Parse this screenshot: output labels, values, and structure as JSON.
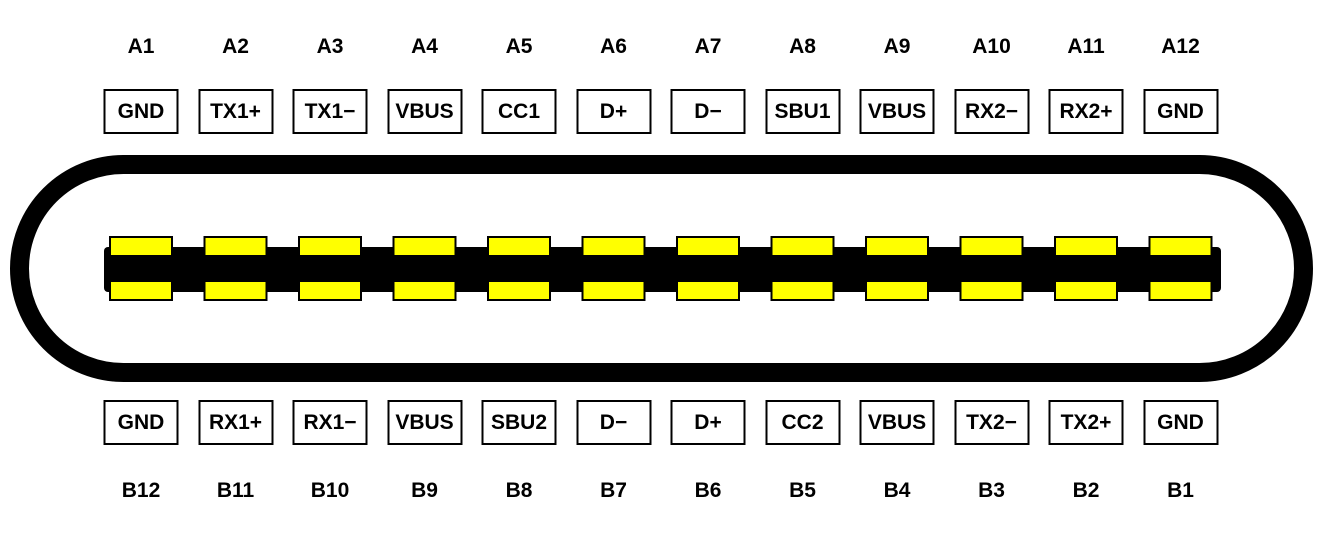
{
  "title_hidden": null,
  "colors": {
    "contact": "#ffff00",
    "outline": "#000000"
  },
  "row_a": [
    {
      "pin": "A1",
      "signal": "GND"
    },
    {
      "pin": "A2",
      "signal": "TX1+"
    },
    {
      "pin": "A3",
      "signal": "TX1−"
    },
    {
      "pin": "A4",
      "signal": "VBUS"
    },
    {
      "pin": "A5",
      "signal": "CC1"
    },
    {
      "pin": "A6",
      "signal": "D+"
    },
    {
      "pin": "A7",
      "signal": "D−"
    },
    {
      "pin": "A8",
      "signal": "SBU1"
    },
    {
      "pin": "A9",
      "signal": "VBUS"
    },
    {
      "pin": "A10",
      "signal": "RX2−"
    },
    {
      "pin": "A11",
      "signal": "RX2+"
    },
    {
      "pin": "A12",
      "signal": "GND"
    }
  ],
  "row_b": [
    {
      "pin": "B12",
      "signal": "GND"
    },
    {
      "pin": "B11",
      "signal": "RX1+"
    },
    {
      "pin": "B10",
      "signal": "RX1−"
    },
    {
      "pin": "B9",
      "signal": "VBUS"
    },
    {
      "pin": "B8",
      "signal": "SBU2"
    },
    {
      "pin": "B7",
      "signal": "D−"
    },
    {
      "pin": "B6",
      "signal": "D+"
    },
    {
      "pin": "B5",
      "signal": "CC2"
    },
    {
      "pin": "B4",
      "signal": "VBUS"
    },
    {
      "pin": "B3",
      "signal": "TX2−"
    },
    {
      "pin": "B2",
      "signal": "TX2+"
    },
    {
      "pin": "B1",
      "signal": "GND"
    }
  ]
}
